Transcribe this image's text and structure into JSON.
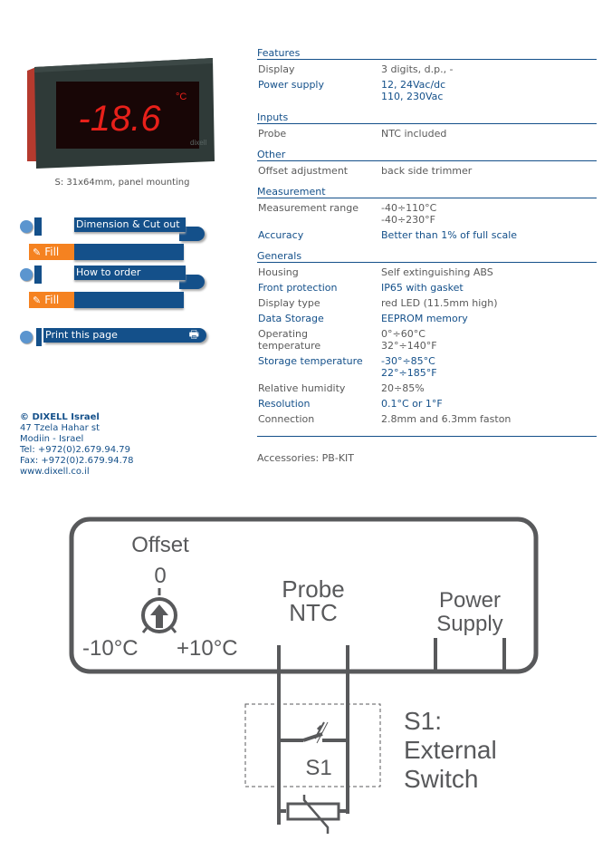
{
  "product": {
    "display_reading": "-18.6",
    "display_unit": "°C",
    "brand_mark": "dixell",
    "caption": "S: 31x64mm, panel mounting"
  },
  "buttons": [
    {
      "label": "Dimension & Cut out",
      "fill_label": "Fill",
      "icon": "edit-icon"
    },
    {
      "label": "How to order",
      "fill_label": "Fill",
      "icon": "edit-icon"
    }
  ],
  "print": {
    "label": "Print this page",
    "icon": "printer-icon"
  },
  "address": {
    "company": "© DIXELL Israel",
    "lines": [
      "47 Tzela Hahar st",
      "Modiin - Israel",
      "Tel: +972(0)2.679.94.79",
      "Fax: +972(0)2.679.94.78",
      "www.dixell.co.il"
    ]
  },
  "specs": {
    "sections": [
      {
        "title": "Features",
        "rows": [
          {
            "k": "Display",
            "v": [
              "3 digits, d.p., -"
            ]
          },
          {
            "k": "Power supply",
            "v": [
              "12, 24Vac/dc",
              "110, 230Vac"
            ]
          }
        ]
      },
      {
        "title": "Inputs",
        "rows": [
          {
            "k": "Probe",
            "v": [
              "NTC included"
            ]
          }
        ]
      },
      {
        "title": "Other",
        "rows": [
          {
            "k": "Offset adjustment",
            "v": [
              "back side trimmer"
            ]
          }
        ]
      },
      {
        "title": "Measurement",
        "rows": [
          {
            "k": "Measurement range",
            "v": [
              "-40÷110°C",
              "-40÷230°F"
            ]
          },
          {
            "k": "Accuracy",
            "v": [
              "Better than 1% of full scale"
            ]
          }
        ]
      },
      {
        "title": "Generals",
        "rows": [
          {
            "k": "Housing",
            "v": [
              "Self extinguishing ABS"
            ]
          },
          {
            "k": "Front protection",
            "v": [
              "IP65 with gasket"
            ]
          },
          {
            "k": "Display type",
            "v": [
              "red LED (11.5mm high)"
            ]
          },
          {
            "k": "Data Storage",
            "v": [
              "EEPROM memory"
            ]
          },
          {
            "k": "Operating temperature",
            "v": [
              "0°÷60°C",
              "32°÷140°F"
            ]
          },
          {
            "k": "Storage temperature",
            "v": [
              "-30°÷85°C",
              "22°÷185°F"
            ]
          },
          {
            "k": "Relative humidity",
            "v": [
              "20÷85%"
            ]
          },
          {
            "k": "Resolution",
            "v": [
              "0.1°C or 1°F"
            ]
          },
          {
            "k": "Connection",
            "v": [
              "2.8mm and 6.3mm faston"
            ]
          }
        ]
      }
    ],
    "accessories": "Accessories: PB-KIT"
  },
  "diagram": {
    "offset_label": "Offset",
    "offset_zero": "0",
    "offset_min": "-10°C",
    "offset_max": "+10°C",
    "probe_line1": "Probe",
    "probe_line2": "NTC",
    "power_line1": "Power",
    "power_line2": "Supply",
    "switch_label": "S1",
    "legend_line1": "S1:",
    "legend_line2": "External",
    "legend_line3": "Switch",
    "line_color": "#58595b"
  },
  "colors": {
    "navy": "#14508a",
    "orange": "#f58220",
    "dot": "#5b95cf",
    "led": "#e8201a"
  }
}
